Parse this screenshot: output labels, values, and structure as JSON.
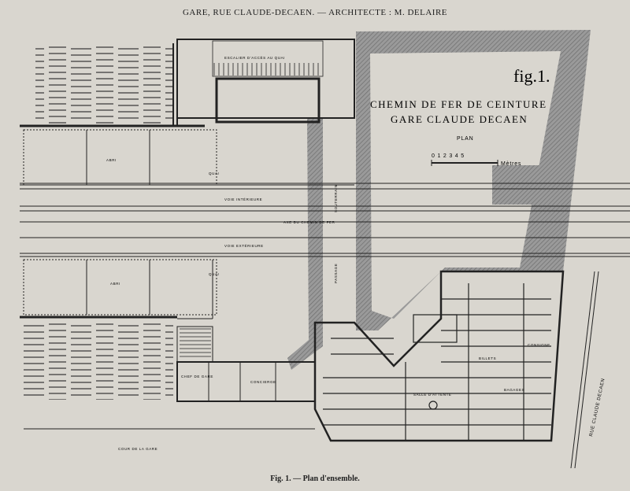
{
  "header": {
    "text": "GARE, RUE CLAUDE-DECAEN. — ARCHITECTE : M. DELAIRE"
  },
  "plan": {
    "fig_label": "fig.1.",
    "title_line1": "CHEMIN DE FER DE CEINTURE",
    "title_line2": "GARE CLAUDE DECAEN",
    "title_line3": "PLAN",
    "scale_numbers": "0 1 2 3 4 5",
    "scale_unit": "Mètres",
    "labels": {
      "escalier_upper": "ESCALIER D'ACCÈS AU QUAI",
      "abri_top": "ABRI",
      "quai_top": "QUAI",
      "voie_interieure": "VOIE INTÉRIEURE",
      "axe_chemin": "AXE   DU   CHEMIN   DE   FER",
      "voie_exterieure": "VOIE EXTÉRIEURE",
      "abri_bottom": "ABRI",
      "quai_bottom": "QUAI",
      "souterrain": "SOUTERRAIN",
      "passage": "PASSAGE",
      "cour": "COUR   DE   LA   GARE",
      "rue": "RUE CLAUDE DECAEN",
      "salle": "SALLE D'ATTENTE",
      "billets": "BILLETS",
      "bagages": "BAGAGES",
      "concierge": "CONCIERGE",
      "chef": "CHEF DE GARE",
      "consigne": "CONSIGNE"
    }
  },
  "caption": {
    "text": "Fig. 1. — Plan d'ensemble."
  },
  "colors": {
    "paper": "#d9d6cf",
    "ink": "#1e1e1e",
    "wall_hatch": "#8c8c8c"
  }
}
